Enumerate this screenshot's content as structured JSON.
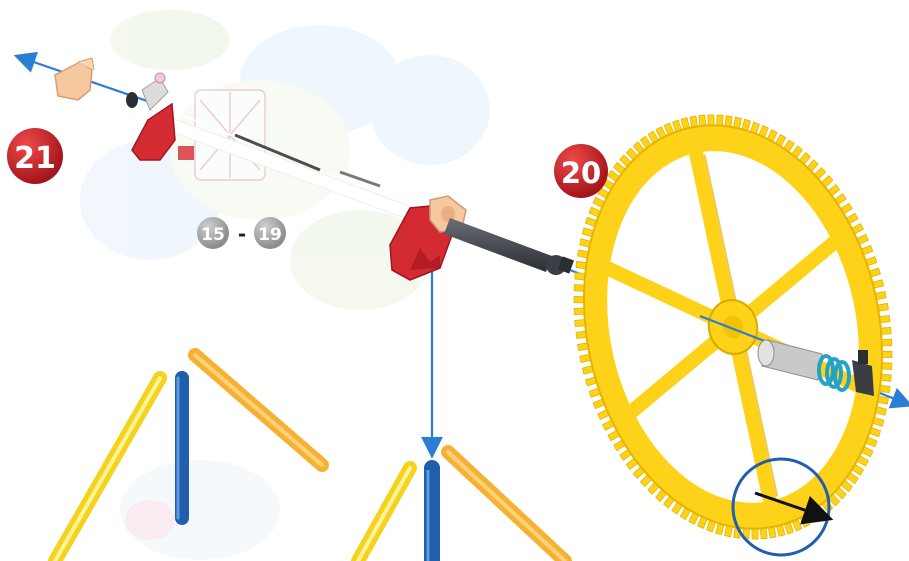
{
  "steps": {
    "step_21": "21",
    "step_20": "20",
    "range_start": "15",
    "range_separator": "-",
    "range_end": "19"
  },
  "colors": {
    "badge_red": "#c8202a",
    "badge_grey": "#9a9a9a",
    "axis_blue": "#2a7fd4",
    "gear_yellow": "#ffd21a",
    "rod_yellow": "#f5d21b",
    "rod_orange": "#f5b132",
    "rod_blue": "#1f5fae",
    "clip_red": "#d42a32",
    "peach": "#f6c8a0",
    "axle_dark": "#3b3f45"
  },
  "icons": [
    "arrow-icon",
    "gear-icon",
    "rotation-circle-icon"
  ]
}
